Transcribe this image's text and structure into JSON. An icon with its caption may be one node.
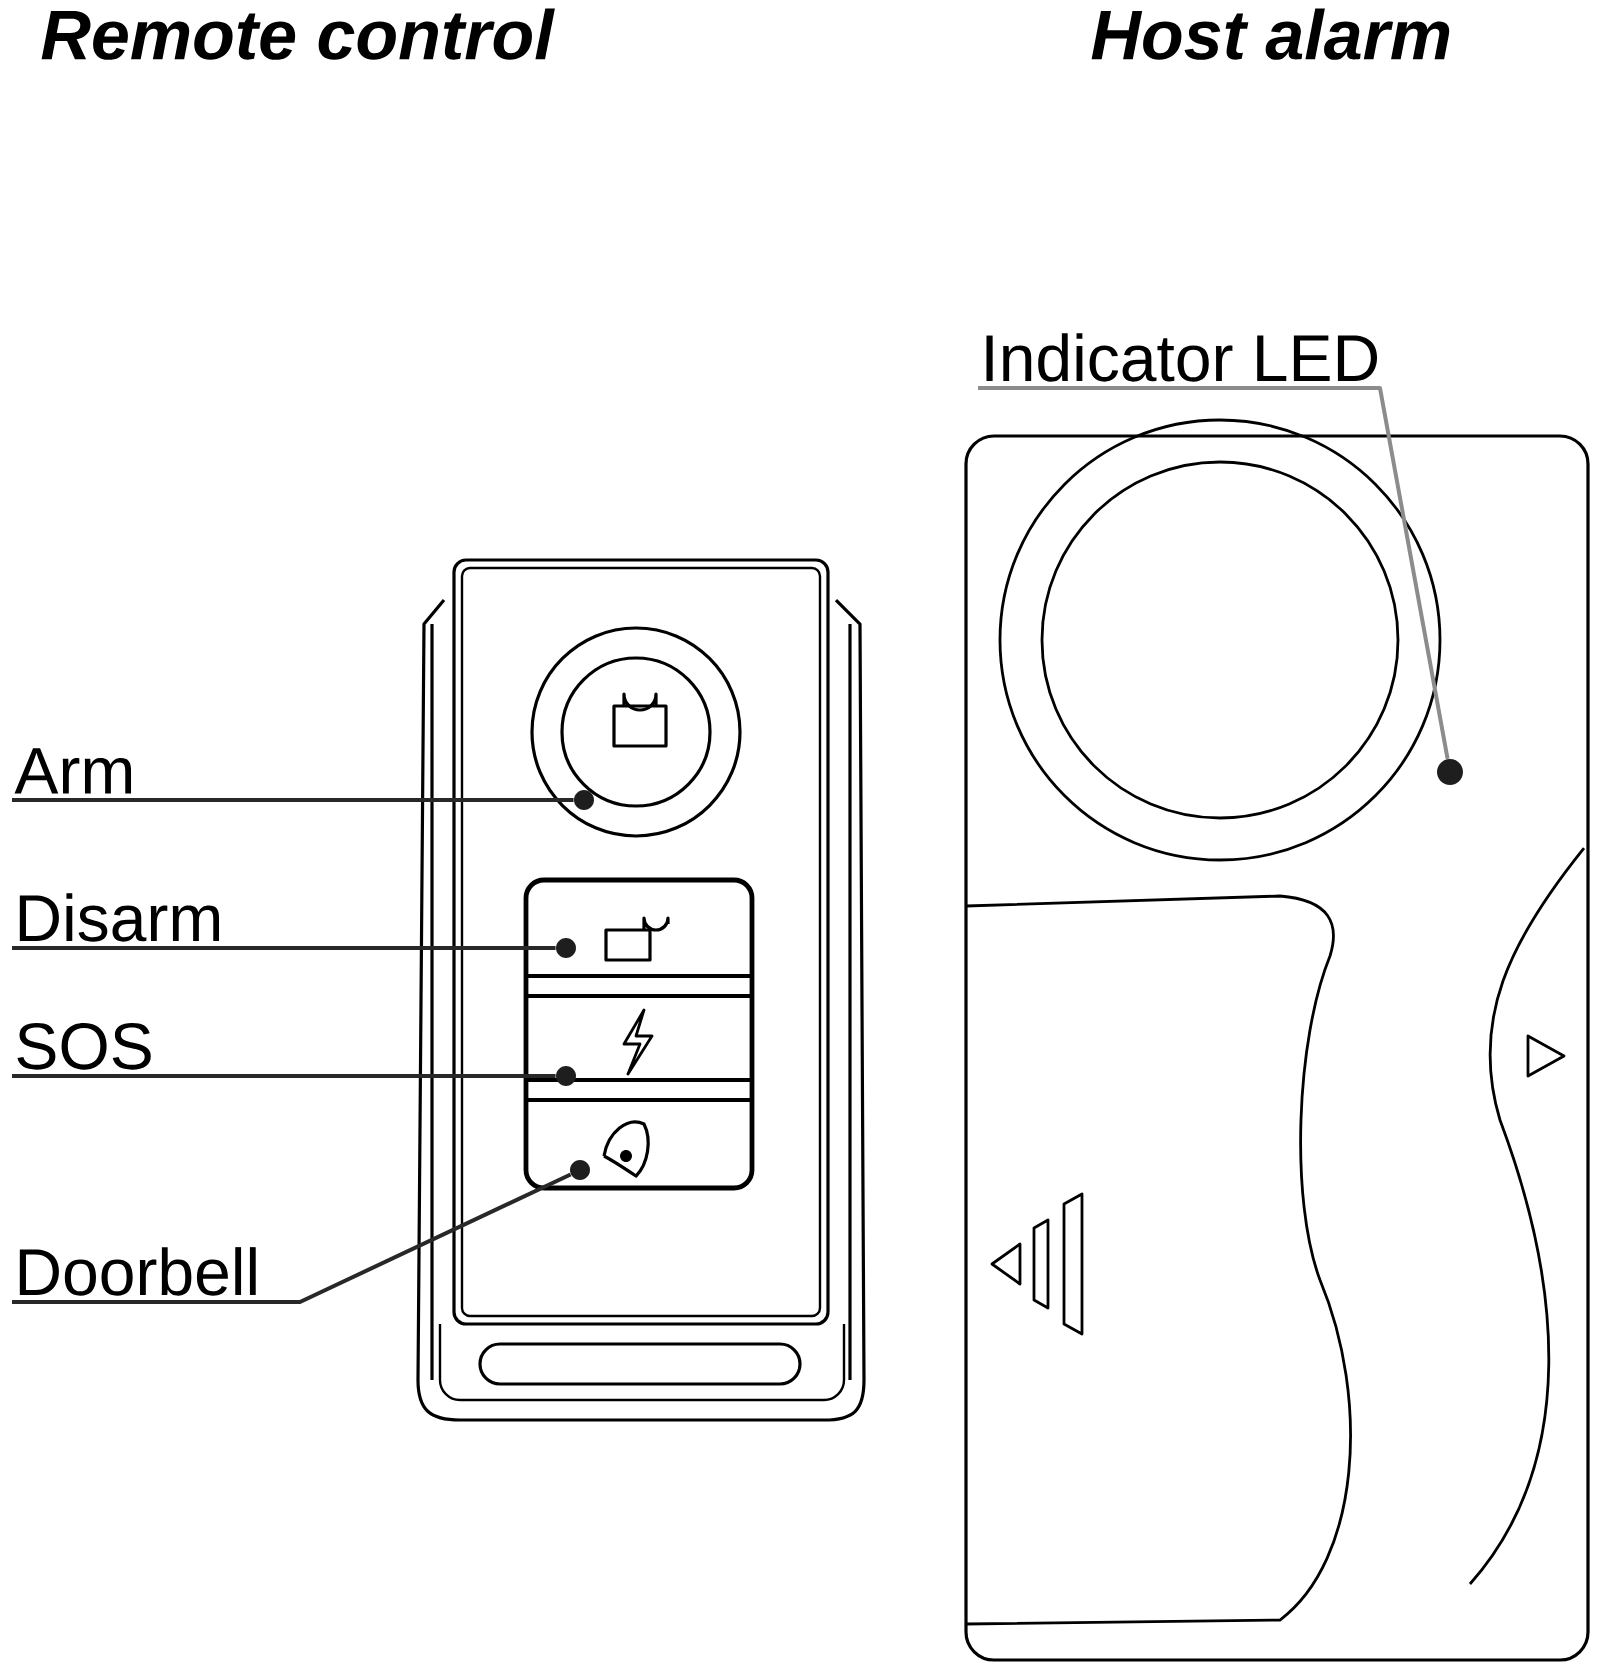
{
  "diagram": {
    "nodes": [
      {
        "text": [
          "Arm"
        ]
      },
      {
        "text": [],
        "shape": "circle"
      },
      {
        "text": [
          "Disarm"
        ]
      },
      {
        "text": [],
        "shape": "circle"
      },
      {
        "text": [
          "SOS"
        ]
      },
      {
        "text": [],
        "shape": "circle"
      },
      {
        "text": [
          "Doorbell"
        ]
      },
      {
        "text": [],
        "shape": "circle"
      },
      {
        "text": [
          "Indicator LED"
        ]
      },
      {
        "text": [],
        "shape": "circle"
      }
    ],
    "edges": [
      {
        "from": 0,
        "to": 1,
        "arrow": "none"
      },
      {
        "from": 2,
        "to": 3,
        "arrow": "none"
      },
      {
        "from": 4,
        "to": 5,
        "arrow": "none"
      },
      {
        "from": 6,
        "to": 7,
        "arrow": "none"
      },
      {
        "from": 8,
        "to": 9,
        "arrow": "none",
        "color": "#8c8c8c"
      }
    ],
    "labels": [
      "Remote control",
      "Host alarm"
    ]
  }
}
